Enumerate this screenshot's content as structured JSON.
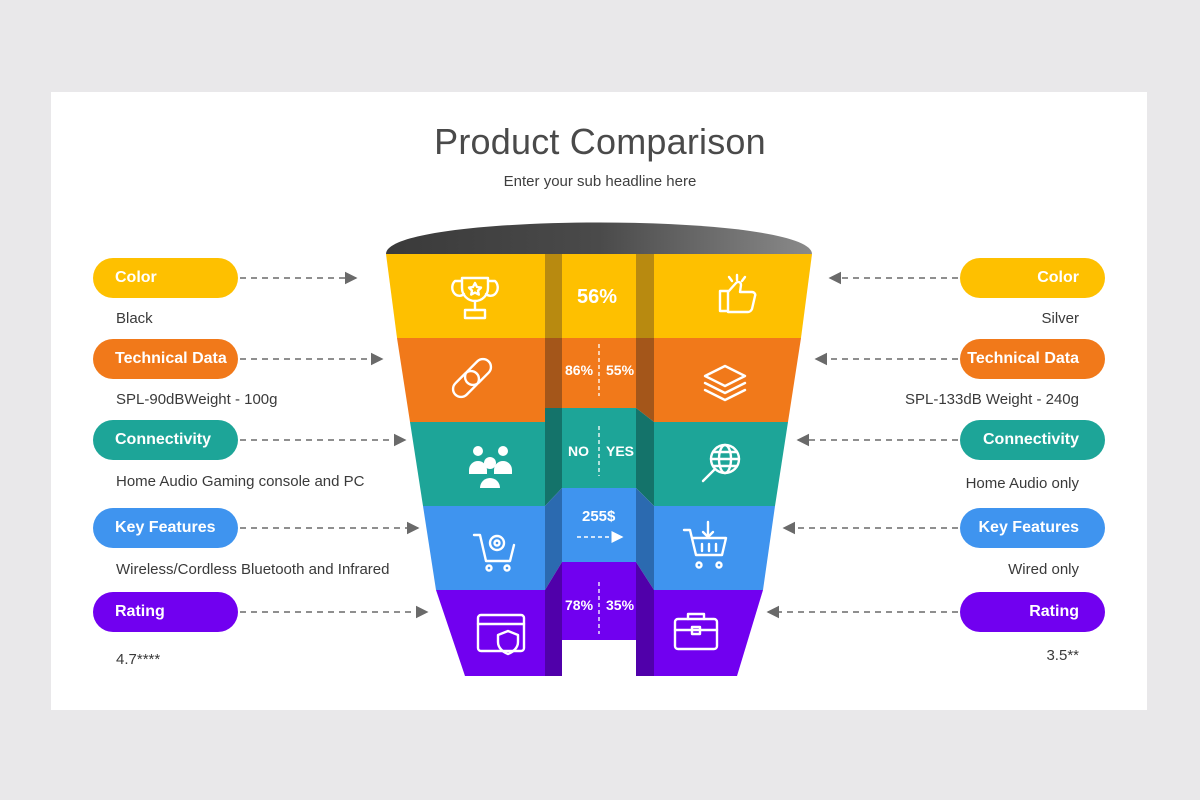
{
  "title": "Product Comparison",
  "subtitle": "Enter your sub headline here",
  "colors": {
    "yellow": "#fec000",
    "orange": "#f1791a",
    "teal": "#1da598",
    "blue": "#3f94ef",
    "purple": "#7100f0",
    "cap": "#5a5a5a"
  },
  "left": [
    {
      "label": "Color",
      "desc": "Black"
    },
    {
      "label": "Technical Data",
      "desc": "SPL-90dBWeight - 100g"
    },
    {
      "label": "Connectivity",
      "desc": "Home Audio Gaming console and PC"
    },
    {
      "label": "Key Features",
      "desc": "Wireless/Cordless Bluetooth and Infrared"
    },
    {
      "label": "Rating",
      "desc": "4.7****"
    }
  ],
  "right": [
    {
      "label": "Color",
      "desc": "Silver"
    },
    {
      "label": "Technical Data",
      "desc": "SPL-133dB Weight - 240g"
    },
    {
      "label": "Connectivity",
      "desc": "Home Audio only"
    },
    {
      "label": "Key Features",
      "desc": "Wired only"
    },
    {
      "label": "Rating",
      "desc": "3.5**"
    }
  ],
  "center": {
    "row1": "56%",
    "row2_left": "86%",
    "row2_right": "55%",
    "row3_left": "NO",
    "row3_right": "YES",
    "row4": "255$",
    "row5_left": "78%",
    "row5_right": "35%"
  },
  "icons": {
    "left": [
      "trophy-icon",
      "link-icon",
      "team-icon",
      "cart-gear-icon",
      "browser-shield-icon"
    ],
    "right": [
      "thumbs-up-icon",
      "layers-icon",
      "globe-search-icon",
      "cart-download-icon",
      "briefcase-icon"
    ]
  }
}
